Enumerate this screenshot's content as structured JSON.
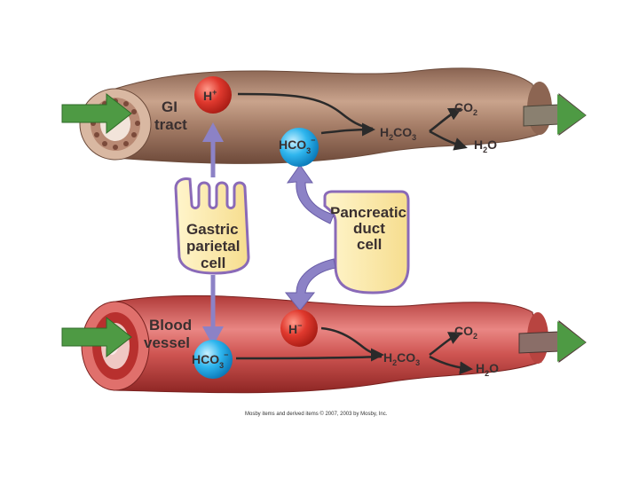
{
  "labels": {
    "gi_line1": "GI",
    "gi_line2": "tract",
    "blood_line1": "Blood",
    "blood_line2": "vessel",
    "gastric_line1": "Gastric",
    "gastric_line2": "parietal",
    "gastric_line3": "cell",
    "pancreatic_line1": "Pancreatic",
    "pancreatic_line2": "duct",
    "pancreatic_line3": "cell"
  },
  "gi_tract": {
    "ion_h": "H",
    "ion_h_charge": "+",
    "ion_hco3": "HCO",
    "ion_hco3_sub": "3",
    "ion_hco3_charge": "−",
    "acid": "H",
    "acid_sub1": "2",
    "acid_mid": "CO",
    "acid_sub2": "3",
    "gas": "CO",
    "gas_sub": "2",
    "water": "H",
    "water_sub": "2",
    "water_end": "O"
  },
  "blood_vessel": {
    "ion_h": "H",
    "ion_h_charge": "−",
    "ion_hco3": "HCO",
    "ion_hco3_sub": "3",
    "ion_hco3_charge": "−",
    "acid": "H",
    "acid_sub1": "2",
    "acid_mid": "CO",
    "acid_sub2": "3",
    "gas": "CO",
    "gas_sub": "2",
    "water": "H",
    "water_sub": "2",
    "water_end": "O"
  },
  "credit": "Mosby items and derived items © 2007, 2003 by Mosby, Inc.",
  "colors": {
    "gi_tube": "#a37a64",
    "blood_tube": "#c94c48",
    "ion_red": "#d9362c",
    "ion_blue": "#2ab0e8",
    "cell_fill": "#fbe9a8",
    "arrow_purple": "#8c82c6",
    "arrow_green": "#4e9a44"
  }
}
